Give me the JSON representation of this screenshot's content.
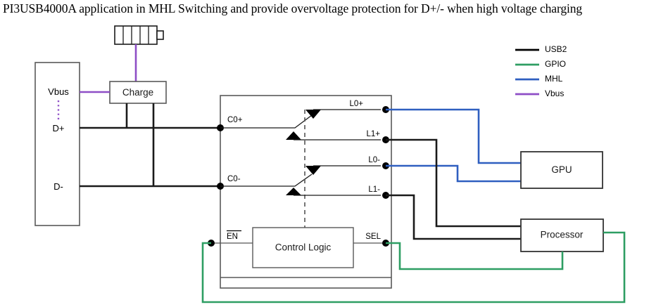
{
  "title": "PI3USB4000A application in MHL Switching and provide overvoltage protection for D+/- when high voltage charging",
  "colors": {
    "usb2": "#000000",
    "gpio": "#2e9e63",
    "mhl": "#2f5fc0",
    "vbus": "#8e4ec6",
    "box_stroke": "#595959",
    "wire_black": "#1a1a1a"
  },
  "legend": {
    "items": [
      {
        "label": "USB2",
        "color": "#000000"
      },
      {
        "label": "GPIO",
        "color": "#2e9e63"
      },
      {
        "label": "MHL",
        "color": "#2f5fc0"
      },
      {
        "label": "Vbus",
        "color": "#8e4ec6"
      }
    ]
  },
  "connector": {
    "name": "usb-connector",
    "ports": [
      {
        "id": "vbus",
        "label": "Vbus"
      },
      {
        "id": "dplus",
        "label": "D+"
      },
      {
        "id": "dminus",
        "label": "D-"
      }
    ]
  },
  "blocks": [
    {
      "id": "charge",
      "label": "Charge"
    },
    {
      "id": "control-logic",
      "label": "Control Logic"
    },
    {
      "id": "gpu",
      "label": "GPU"
    },
    {
      "id": "processor",
      "label": "Processor"
    }
  ],
  "battery": {
    "name": "battery-icon",
    "cells": 5
  },
  "chip": {
    "name": "pi3usb4000a",
    "left_pins": [
      {
        "id": "c0p",
        "label": "C0+"
      },
      {
        "id": "c0m",
        "label": "C0-"
      }
    ],
    "right_pins": [
      {
        "id": "l0p",
        "label": "L0+",
        "net": "mhl"
      },
      {
        "id": "l1p",
        "label": "L1+",
        "net": "usb2"
      },
      {
        "id": "l0m",
        "label": "L0-",
        "net": "mhl"
      },
      {
        "id": "l1m",
        "label": "L1-",
        "net": "usb2"
      }
    ],
    "control_pins": [
      {
        "id": "en",
        "label": "EN",
        "overline": true,
        "net": "gpio"
      },
      {
        "id": "sel",
        "label": "SEL",
        "overline": false,
        "net": "gpio"
      }
    ]
  }
}
